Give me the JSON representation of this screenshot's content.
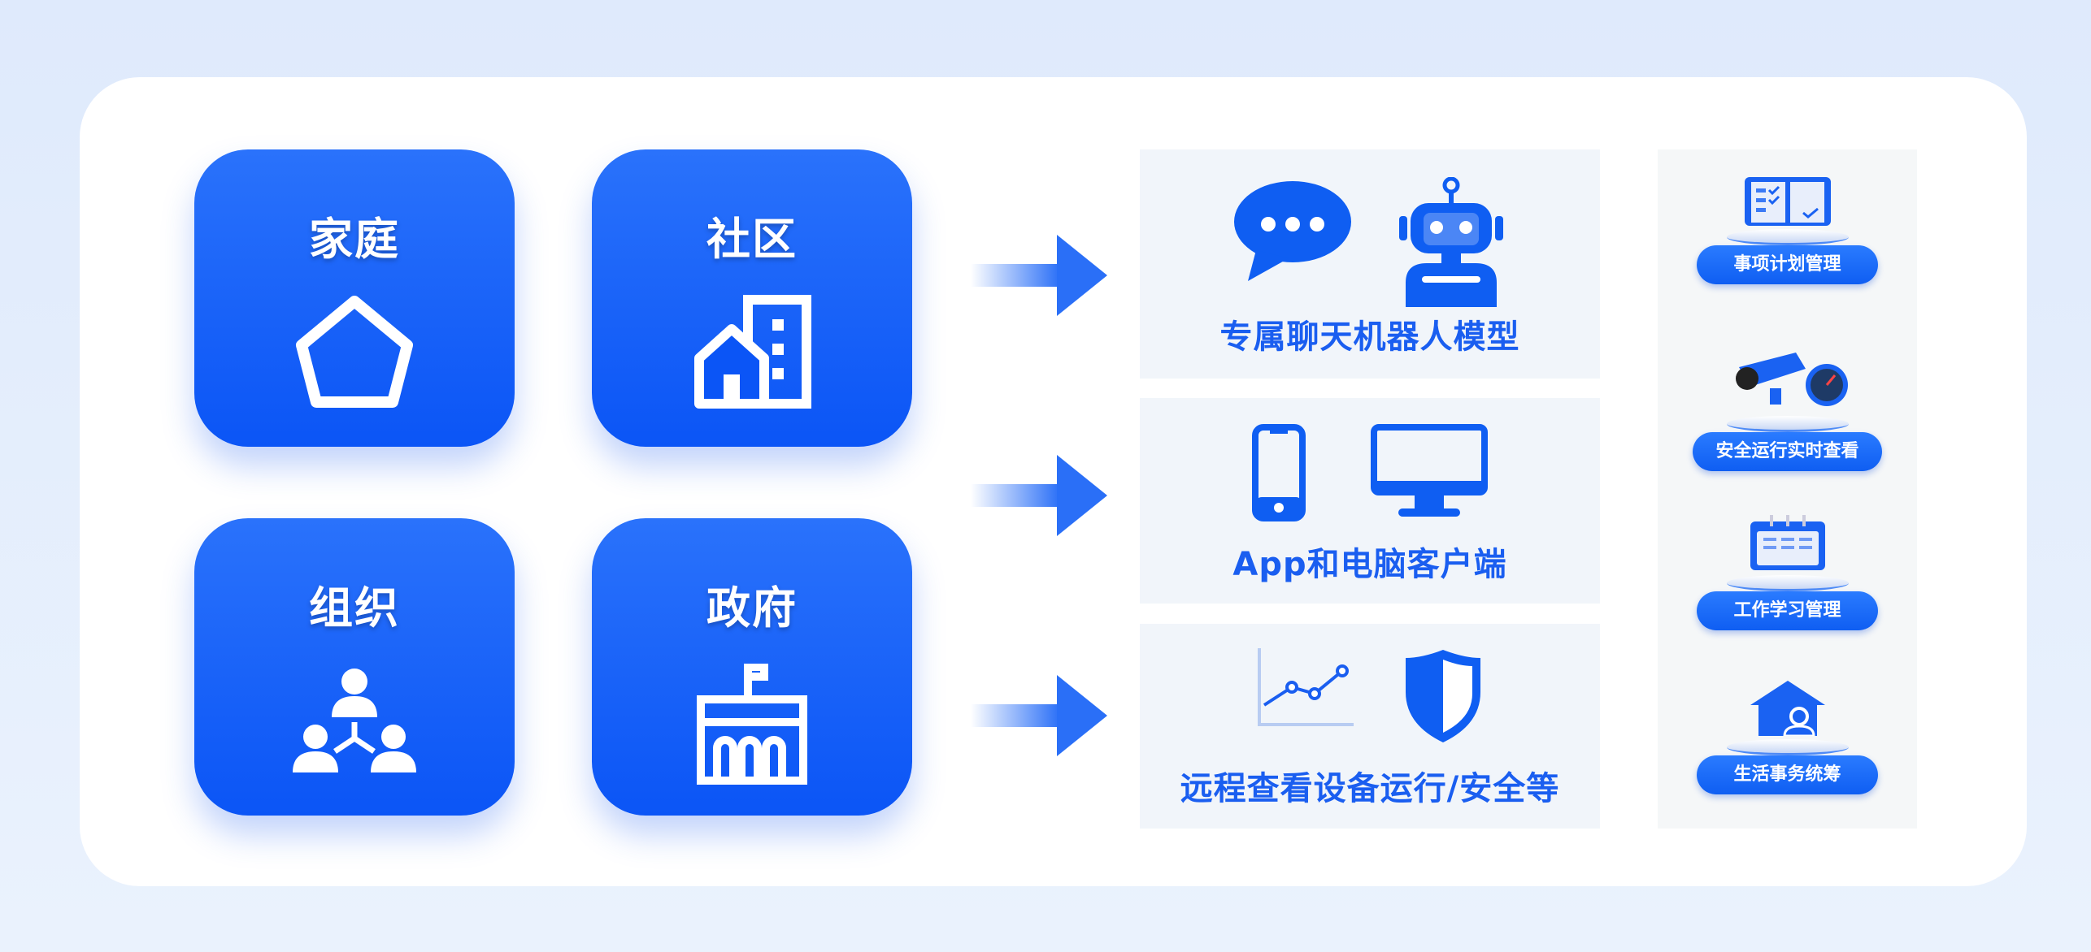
{
  "tiles": [
    {
      "label": "家庭",
      "icon": "home-icon"
    },
    {
      "label": "社区",
      "icon": "building-icon"
    },
    {
      "label": "组织",
      "icon": "org-people-icon"
    },
    {
      "label": "政府",
      "icon": "government-building-icon"
    }
  ],
  "panels": [
    {
      "label": "专属聊天机器人模型",
      "icons": [
        "chat-bubble-icon",
        "robot-icon"
      ]
    },
    {
      "label": "App和电脑客户端",
      "icons": [
        "smartphone-icon",
        "monitor-icon"
      ]
    },
    {
      "label": "远程查看设备运行/安全等",
      "icons": [
        "line-chart-icon",
        "shield-icon"
      ]
    }
  ],
  "features": [
    {
      "label": "事项计划管理",
      "icon": "checklist-icon"
    },
    {
      "label": "安全运行实时查看",
      "icon": "camera-gauge-icon"
    },
    {
      "label": "工作学习管理",
      "icon": "calendar-icon"
    },
    {
      "label": "生活事务统筹",
      "icon": "home-user-icon"
    }
  ],
  "colors": {
    "accent": "#0b55f6",
    "panel_text": "#1a5ef0"
  }
}
